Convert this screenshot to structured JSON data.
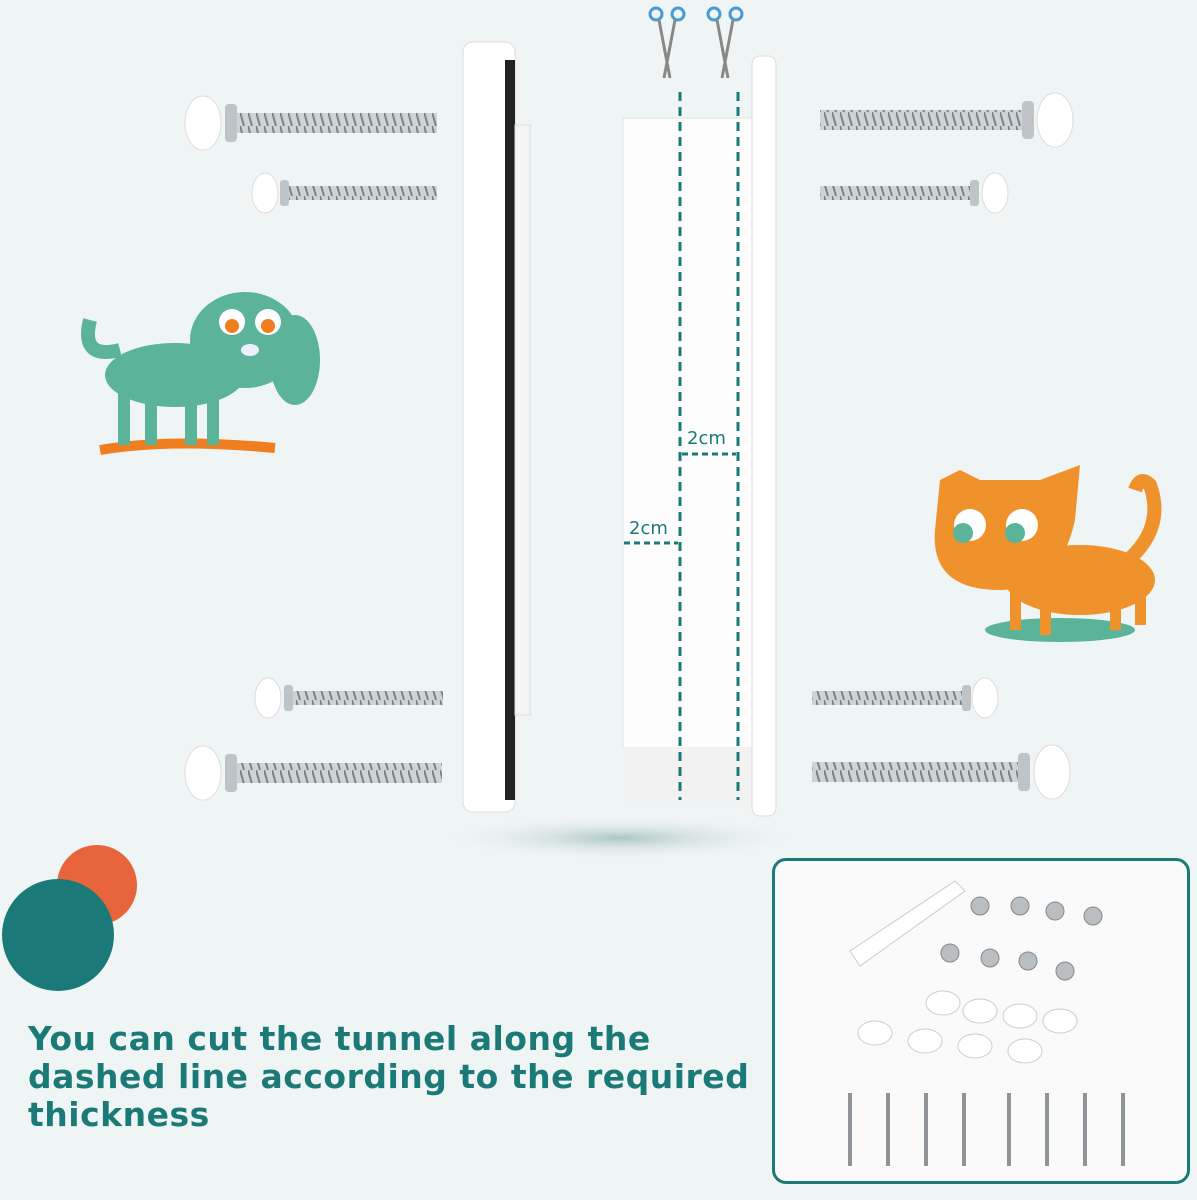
{
  "caption": "You can cut the tunnel along the dashed line according to the required thickness",
  "dimensions": {
    "inner": "2cm",
    "outer": "2cm"
  },
  "colors": {
    "teal": "#1b7a78",
    "orange": "#e8643c",
    "background": "#eff4f4",
    "cat": "#f0922c",
    "dog": "#5bb39a"
  },
  "icons": [
    "scissors-icon",
    "scissors-icon"
  ]
}
